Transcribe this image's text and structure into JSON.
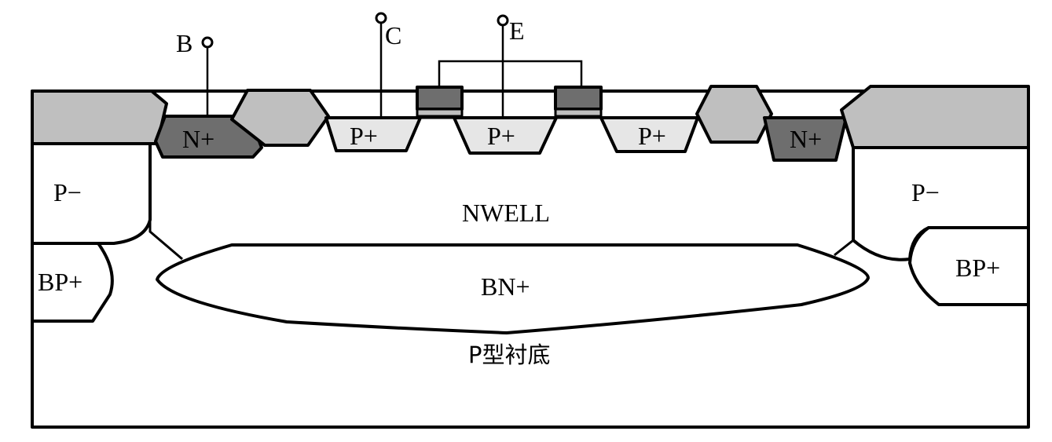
{
  "diagram": {
    "terminals": {
      "base": "B",
      "collector": "C",
      "emitter": "E"
    },
    "regions": {
      "n_plus_left": "N+",
      "n_plus_right": "N+",
      "p_plus_collector": "P+",
      "p_plus_emitter": "P+",
      "p_plus_right": "P+",
      "p_minus_left": "P−",
      "p_minus_right": "P−",
      "nwell": "NWELL",
      "buried_n_plus": "BN+",
      "bp_plus_left": "BP+",
      "bp_plus_right": "BP+",
      "substrate": "P型衬底"
    },
    "colors": {
      "field_oxide": "#bfbfbf",
      "n_plus": "#6e6e6e",
      "p_plus": "#e6e6e6",
      "contact_metal": "#6e6e6e",
      "background": "#ffffff"
    }
  }
}
